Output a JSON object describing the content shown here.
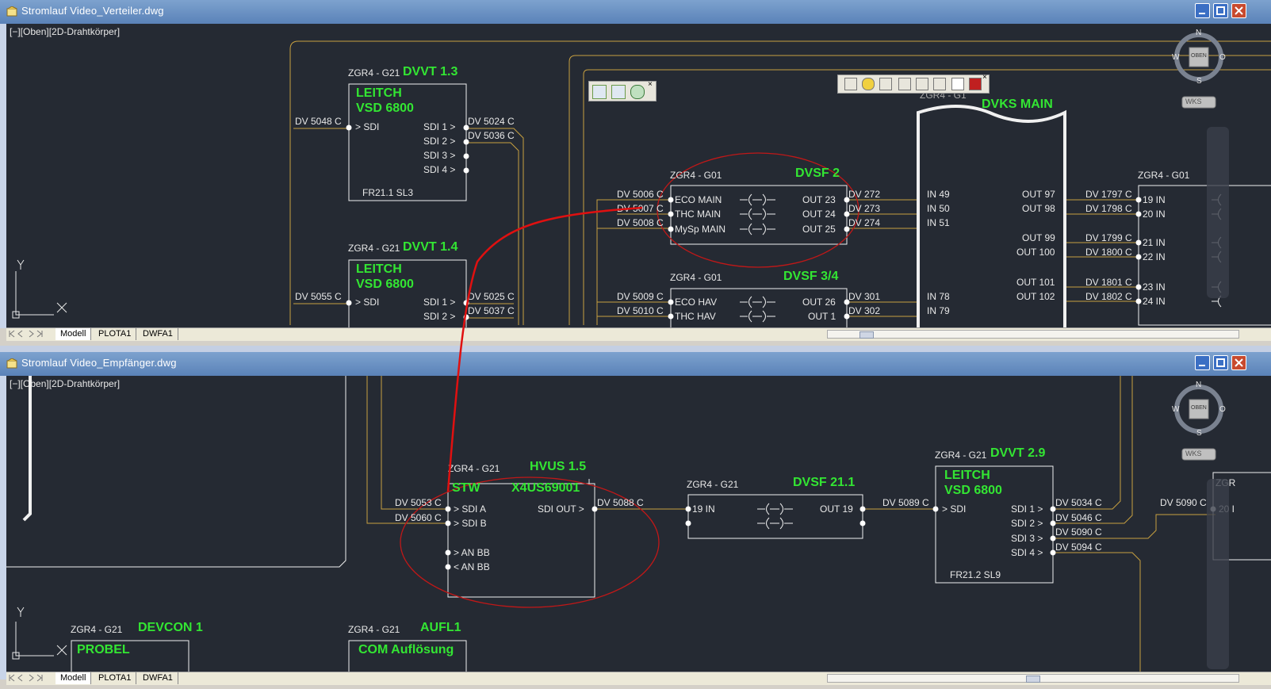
{
  "window_top": {
    "title": "Stromlauf Video_Verteiler.dwg",
    "view_label": "[−][Oben][2D-Drahtkörper]",
    "tabs": [
      "Modell",
      "PLOTA1",
      "DWFA1"
    ],
    "viewcube": {
      "north": "N",
      "south": "S",
      "west": "W",
      "east": "O",
      "face": "OBEN",
      "wcs": "WKS"
    },
    "blocks": {
      "dvvt13": {
        "prefix": "ZGR4 - G21",
        "name": "DVVT 1.3",
        "line1": "LEITCH",
        "line2": "VSD 6800",
        "in": "> SDI",
        "outs": [
          "SDI 1 >",
          "SDI 2 >",
          "SDI 3 >",
          "SDI 4 >"
        ],
        "footer": "FR21.1 SL3",
        "wire_in": "DV 5048 C",
        "wire_out1": "DV 5024 C",
        "wire_out2": "DV 5036 C"
      },
      "dvvt14": {
        "prefix": "ZGR4 - G21",
        "name": "DVVT 1.4",
        "line1": "LEITCH",
        "line2": "VSD 6800",
        "in": "> SDI",
        "outs": [
          "SDI 1 >",
          "SDI 2 >"
        ],
        "wire_in": "DV 5055 C",
        "wire_out1": "DV 5025 C",
        "wire_out2": "DV 5037 C"
      },
      "dvsf2": {
        "prefix": "ZGR4 - G01",
        "name": "DVSF 2",
        "ins": [
          "ECO MAIN",
          "THC MAIN",
          "MySp MAIN"
        ],
        "outs": [
          "OUT 23",
          "OUT 24",
          "OUT 25"
        ],
        "wires_in": [
          "DV 5006 C",
          "DV 5007 C",
          "DV 5008 C"
        ],
        "wires_out": [
          "DV 272",
          "DV 273",
          "DV 274"
        ]
      },
      "dvsf34": {
        "prefix": "ZGR4 - G01",
        "name": "DVSF 3/4",
        "ins": [
          "ECO HAV",
          "THC HAV"
        ],
        "outs": [
          "OUT 26",
          "OUT 1"
        ],
        "wires_in": [
          "DV 5009 C",
          "DV 5010 C"
        ],
        "wires_out": [
          "DV 301",
          "DV 302"
        ]
      },
      "dvks": {
        "prefix": "ZGR4 - G1",
        "name": "DVKS MAIN",
        "ins": [
          "IN 49",
          "IN 50",
          "IN 51",
          "IN 78",
          "IN 79"
        ],
        "outs": [
          "OUT 97",
          "OUT 98",
          "OUT 99",
          "OUT 100",
          "OUT 101",
          "OUT 102"
        ]
      },
      "right": {
        "prefix": "ZGR4 - G01",
        "ins": [
          "19 IN",
          "20 IN",
          "21 IN",
          "22 IN",
          "23 IN",
          "24 IN"
        ],
        "wires": [
          "DV 1797 C",
          "DV 1798 C",
          "DV 1799 C",
          "DV 1800 C",
          "DV 1801 C",
          "DV 1802 C"
        ]
      }
    }
  },
  "window_bottom": {
    "title": "Stromlauf Video_Empfänger.dwg",
    "view_label": "[−][Oben][2D-Drahtkörper]",
    "tabs": [
      "Modell",
      "PLOTA1",
      "DWFA1"
    ],
    "viewcube": {
      "north": "N",
      "south": "S",
      "west": "W",
      "east": "O",
      "face": "OBEN",
      "wcs": "WKS"
    },
    "blocks": {
      "hvus": {
        "prefix": "ZGR4 - G21",
        "name": "HVUS 1.5",
        "line1": "STW",
        "part": "X4US69001",
        "ins": [
          "> SDI A",
          "> SDI B",
          "> AN BB",
          "< AN BB"
        ],
        "out": "SDI OUT >",
        "wires_in": [
          "DV 5053 C",
          "DV 5060 C"
        ],
        "wire_out": "DV 5088 C"
      },
      "dvsf211": {
        "prefix": "ZGR4 - G21",
        "name": "DVSF 21.1",
        "in": "19 IN",
        "out": "OUT 19",
        "wire_out": "DV 5089 C"
      },
      "dvvt29": {
        "prefix": "ZGR4 - G21",
        "name": "DVVT 2.9",
        "line1": "LEITCH",
        "line2": "VSD 6800",
        "in": "> SDI",
        "outs": [
          "SDI 1 >",
          "SDI 2 >",
          "SDI 3 >",
          "SDI 4 >"
        ],
        "footer": "FR21.2 SL9",
        "wires_out": [
          "DV 5034 C",
          "DV 5046 C",
          "DV 5090 C",
          "DV 5094 C"
        ]
      },
      "far_right": {
        "prefix": "ZGR",
        "in": "20 I",
        "wire": "DV 5090 C"
      },
      "devcon": {
        "prefix": "ZGR4 - G21",
        "name": "DEVCON 1",
        "line1": "PROBEL"
      },
      "aufl": {
        "prefix": "ZGR4 - G21",
        "name": "AUFL1",
        "line1": "COM Auflösung"
      }
    }
  },
  "ucs": {
    "x": "X",
    "y": "Y"
  },
  "colors": {
    "canvas": "#252a33",
    "wire": "#c8a040",
    "green": "#33e633",
    "white": "#f0f0f0",
    "link": "#e01010",
    "ellipse": "#c01818"
  }
}
